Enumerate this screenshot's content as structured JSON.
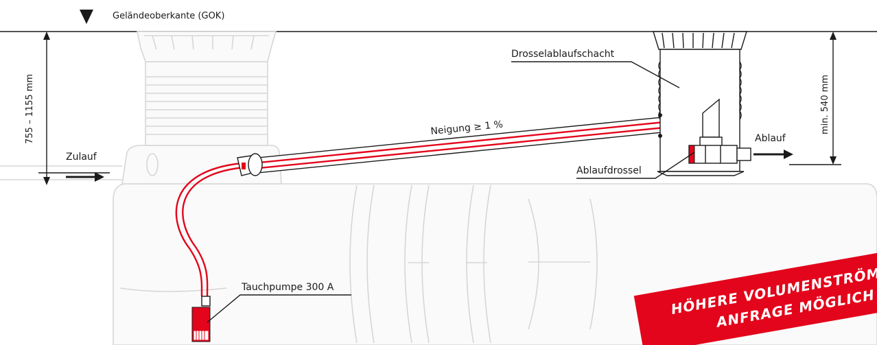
{
  "labels": {
    "gok": "Geländeoberkante (GOK)",
    "depth_left": "755 – 1155 mm",
    "depth_right": "min. 540 mm",
    "zulauf": "Zulauf",
    "ablauf": "Ablauf",
    "neigung": "Neigung ≥ 1 %",
    "drosselschacht": "Drosselablaufschacht",
    "ablaufdrossel": "Ablaufdrossel",
    "tauchpumpe": "Tauchpumpe 300 A"
  },
  "banner": {
    "line1": "HÖHERE VOLUMENSTRÖME A",
    "line2": "ANFRAGE MÖGLICH",
    "color": "#e3051b"
  },
  "colors": {
    "accent": "#e3051b",
    "ink": "#1a1a1a",
    "ghost": "#d6d6d6"
  }
}
